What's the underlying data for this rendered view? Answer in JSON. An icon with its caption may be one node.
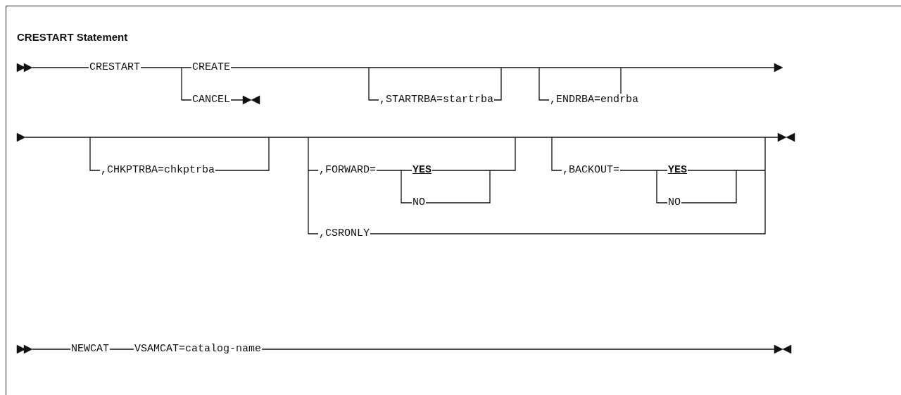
{
  "diagram": {
    "title": "CRESTART Statement",
    "labels": [
      "CRESTART",
      "CREATE",
      "CANCEL",
      ",STARTRBA=startrba",
      ",ENDRBA=endrba",
      ",CHKPTRBA=chkptrba",
      ",FORWARD=",
      "YES",
      "NO",
      ",BACKOUT=",
      "YES",
      "NO",
      ",CSRONLY",
      "NEWCAT",
      "VSAMCAT=catalog-name"
    ]
  }
}
